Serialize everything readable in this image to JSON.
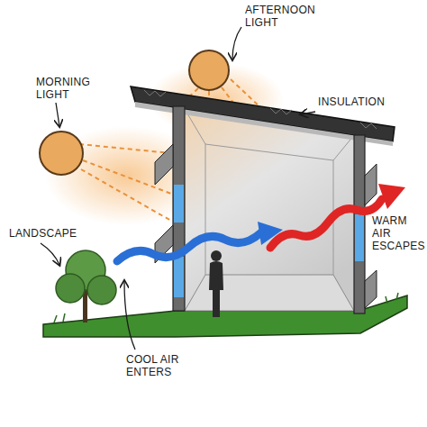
{
  "diagram": {
    "labels": [
      "MORNING LIGHT",
      "AFTERNOON LIGHT",
      "INSULATION",
      "LANDSCAPE",
      "WARM AIR ESCAPES",
      "COOL AIR ENTERS"
    ]
  }
}
